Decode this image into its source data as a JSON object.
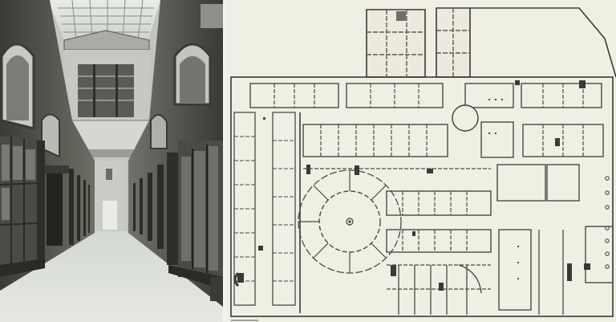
{
  "composite": {
    "left_panel": {
      "kind": "photograph",
      "subject": "covered shopping arcade interior with glass roof",
      "tone": "black-and-white",
      "shop_sign_text": ""
    },
    "right_panel": {
      "kind": "architectural floor plan",
      "features": [
        "central circular rotunda",
        "long corridors with rows of rooms",
        "upper annex blocks",
        "trapezoid courtyard outline"
      ]
    },
    "colors": {
      "photo_light": "#d9dcd6",
      "photo_mid": "#8d8f88",
      "photo_dark": "#2a2a26",
      "plan_paper": "#efefe4",
      "plan_ink": "#3a3a36"
    }
  }
}
